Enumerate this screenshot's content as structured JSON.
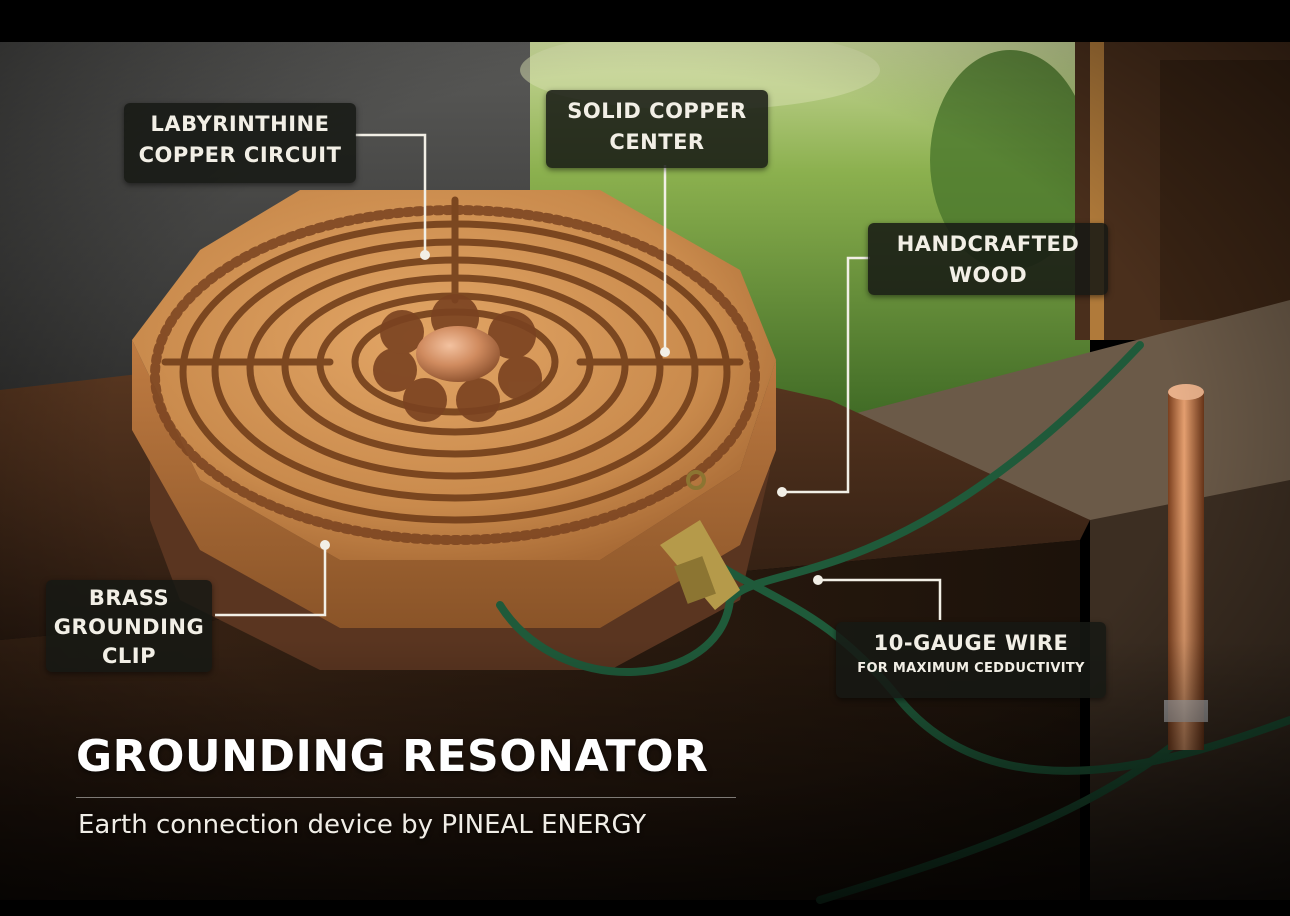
{
  "image": {
    "description_items": [
      "photo-background",
      "octagonal-wooden-board",
      "copper-ground-rod",
      "green-wire"
    ]
  },
  "callouts": {
    "labyrinth": {
      "line1": "LABYRINTHINE",
      "line2": "COPPER CIRCUIT"
    },
    "center": {
      "line1": "SOLID COPPER",
      "line2": "CENTER"
    },
    "wood": {
      "line1": "HANDCRAFTED",
      "line2": "WOOD"
    },
    "clip": {
      "line1": "BRASS",
      "line2": "GROUNDING",
      "line3": "CLIP"
    },
    "wire": {
      "line1": "10-GAUGE WIRE",
      "line2": "FOR MAXIMUM CEDDUCTIVITY"
    }
  },
  "heading": {
    "title": "GROUNDING RESONATOR",
    "subtitle": "Earth connection device by PINEAL ENERGY"
  },
  "colors": {
    "wood": "#c8874a",
    "copper": "#c87a4e",
    "wire": "#1f5a3a",
    "grass": "#6f9a3c"
  }
}
